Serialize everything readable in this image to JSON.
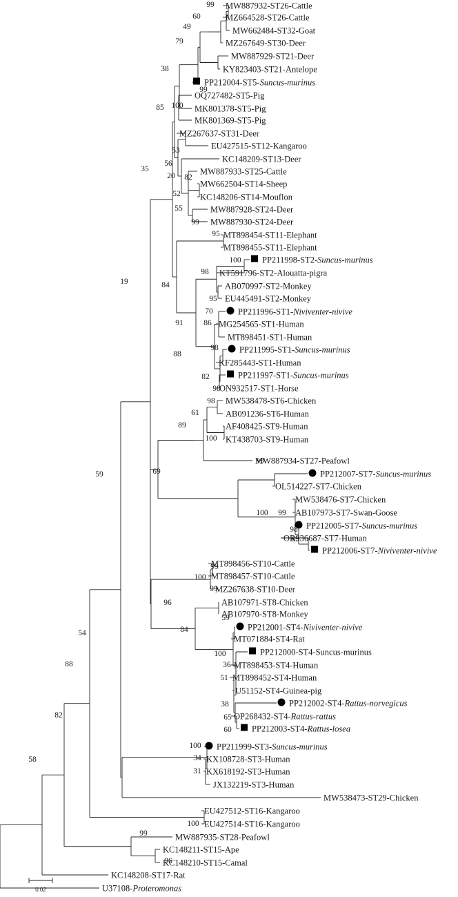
{
  "tree": {
    "scale_bar": "0.02",
    "leaves": [
      {
        "id": "L0",
        "accession": "MW887932",
        "name": "ST26-Cattle"
      },
      {
        "id": "L1",
        "accession": "MZ664528",
        "name": "ST26-Cattle"
      },
      {
        "id": "L2",
        "accession": "MW662484",
        "name": "ST32-Goat"
      },
      {
        "id": "L3",
        "accession": "MZ267649",
        "name": "ST30-Deer"
      },
      {
        "id": "L4",
        "accession": "MW887929",
        "name": "ST21-Deer"
      },
      {
        "id": "L5",
        "accession": "KY823403",
        "name": "ST21-Antelope"
      },
      {
        "id": "L6",
        "accession": "PP212004",
        "name": "ST5-",
        "italic": "Suncus-murinus",
        "marker": "square"
      },
      {
        "id": "L7",
        "accession": "OQ727482",
        "name": "ST5-Pig"
      },
      {
        "id": "L8",
        "accession": "MK801378",
        "name": "ST5-Pig"
      },
      {
        "id": "L9",
        "accession": "MK801369",
        "name": "ST5-Pig"
      },
      {
        "id": "L10",
        "accession": "MZ267637",
        "name": "ST31-Deer"
      },
      {
        "id": "L11",
        "accession": "EU427515",
        "name": "ST12-Kangaroo"
      },
      {
        "id": "L12",
        "accession": "KC148209",
        "name": "ST13-Deer"
      },
      {
        "id": "L13",
        "accession": "MW887933",
        "name": "ST25-Cattle"
      },
      {
        "id": "L14",
        "accession": "MW662504",
        "name": "ST14-Sheep"
      },
      {
        "id": "L15",
        "accession": "KC148206",
        "name": "ST14-Mouflon"
      },
      {
        "id": "L16",
        "accession": "MW887928",
        "name": "ST24-Deer"
      },
      {
        "id": "L17",
        "accession": "MW887930",
        "name": "ST24-Deer"
      },
      {
        "id": "L18",
        "accession": "MT898454",
        "name": "ST11-Elephant"
      },
      {
        "id": "L19",
        "accession": "MT898455",
        "name": "ST11-Elephant"
      },
      {
        "id": "L20",
        "accession": "PP211998",
        "name": "ST2-",
        "italic": "Suncus-murinus",
        "marker": "square"
      },
      {
        "id": "L21",
        "accession": "KT591796",
        "name": "ST2-Alouatta-pigra"
      },
      {
        "id": "L22",
        "accession": "AB070997",
        "name": "ST2-Monkey"
      },
      {
        "id": "L23",
        "accession": "EU445491",
        "name": "ST2-Monkey"
      },
      {
        "id": "L24",
        "accession": "PP211996",
        "name": "ST1-",
        "italic": "Niviventer-nivive",
        "marker": "circle"
      },
      {
        "id": "L25",
        "accession": "MG254565",
        "name": "ST1-Human"
      },
      {
        "id": "L26",
        "accession": "MT898451",
        "name": "ST1-Human"
      },
      {
        "id": "L27",
        "accession": "PP211995",
        "name": "ST1-",
        "italic": "Suncus-murinus",
        "marker": "circle"
      },
      {
        "id": "L28",
        "accession": "KF285443",
        "name": "ST1-Human"
      },
      {
        "id": "L29",
        "accession": "PP211997",
        "name": "ST1-",
        "italic": "Suncus-murinus",
        "marker": "square"
      },
      {
        "id": "L30",
        "accession": "ON932517",
        "name": "ST1-Horse"
      },
      {
        "id": "L31",
        "accession": "MW538478",
        "name": "ST6-Chicken"
      },
      {
        "id": "L32",
        "accession": "AB091236",
        "name": "ST6-Human"
      },
      {
        "id": "L33",
        "accession": "AF408425",
        "name": "ST9-Human"
      },
      {
        "id": "L34",
        "accession": "KT438703",
        "name": "ST9-Human"
      },
      {
        "id": "L35",
        "accession": "MW887934",
        "name": "ST27-Peafowl"
      },
      {
        "id": "L36",
        "accession": "PP212007",
        "name": "ST7-",
        "italic": "Suncus-murinus",
        "marker": "circle"
      },
      {
        "id": "L37",
        "accession": "OL514227",
        "name": "ST7-Chicken"
      },
      {
        "id": "L38",
        "accession": "MW538476",
        "name": "ST7-Chicken"
      },
      {
        "id": "L39",
        "accession": "AB107973",
        "name": "ST7-Swan-Goose"
      },
      {
        "id": "L40",
        "accession": "PP212005",
        "name": "ST7-",
        "italic": "Suncus-murinus",
        "marker": "circle"
      },
      {
        "id": "L41",
        "accession": "OR936687",
        "name": "ST7-Human"
      },
      {
        "id": "L42",
        "accession": "PP212006",
        "name": "ST7-",
        "italic": "Niviventer-nivive",
        "marker": "square"
      },
      {
        "id": "L43",
        "accession": "MT898456",
        "name": "ST10-Cattle"
      },
      {
        "id": "L44",
        "accession": "MT898457",
        "name": "ST10-Cattle"
      },
      {
        "id": "L45",
        "accession": "MZ267638",
        "name": "ST10-Deer"
      },
      {
        "id": "L46",
        "accession": "AB107971",
        "name": "ST8-Chicken"
      },
      {
        "id": "L47",
        "accession": "AB107970",
        "name": "ST8-Monkey"
      },
      {
        "id": "L48",
        "accession": "PP212001",
        "name": "ST4-",
        "italic": "Niviventer-nivive",
        "marker": "circle"
      },
      {
        "id": "L49",
        "accession": "MT071884",
        "name": "ST4-Rat"
      },
      {
        "id": "L50",
        "accession": "PP212000",
        "name": "ST4-Suncus-murinus",
        "marker": "square"
      },
      {
        "id": "L51",
        "accession": "MT898453",
        "name": "ST4-Human"
      },
      {
        "id": "L52",
        "accession": "MT898452",
        "name": "ST4-Human"
      },
      {
        "id": "L53",
        "accession": "U51152",
        "name": "ST4-Guinea-pig"
      },
      {
        "id": "L54",
        "accession": "PP212002",
        "name": "ST4-",
        "italic": "Rattus-norvegicus",
        "marker": "circle"
      },
      {
        "id": "L55",
        "accession": "OP268432",
        "name": "ST4-",
        "italic": "Rattus-rattus"
      },
      {
        "id": "L56",
        "accession": "PP212003",
        "name": "ST4-",
        "italic": "Rattus-losea",
        "marker": "square"
      },
      {
        "id": "L57",
        "accession": "PP211999",
        "name": "ST3-",
        "italic": "Suncus-murinus",
        "marker": "circle"
      },
      {
        "id": "L58",
        "accession": "KX108728",
        "name": "ST3-Human"
      },
      {
        "id": "L59",
        "accession": "KX618192",
        "name": "ST3-Human"
      },
      {
        "id": "L60",
        "accession": "JX132219",
        "name": "ST3-Human"
      },
      {
        "id": "L61",
        "accession": "MW538473",
        "name": "ST29-Chicken"
      },
      {
        "id": "L62",
        "accession": "EU427512",
        "name": "ST16-Kangaroo"
      },
      {
        "id": "L63",
        "accession": "EU427514",
        "name": "ST16-Kangaroo"
      },
      {
        "id": "L64",
        "accession": "MW887935",
        "name": "ST28-Peafowl"
      },
      {
        "id": "L65",
        "accession": "KC148211",
        "name": "ST15-Ape"
      },
      {
        "id": "L66",
        "accession": "KC148210",
        "name": "ST15-Camal"
      },
      {
        "id": "L67",
        "accession": "KC148208",
        "name": "ST17-Rat"
      },
      {
        "id": "L68",
        "accession": "U37108",
        "name": "",
        "italic": "Proteromonas"
      }
    ],
    "bootstrap": [
      {
        "id": "B0",
        "text": "99"
      },
      {
        "id": "B1",
        "text": "60"
      },
      {
        "id": "B2",
        "text": "49"
      },
      {
        "id": "B3",
        "text": "79"
      },
      {
        "id": "B4",
        "text": "38"
      },
      {
        "id": "B5",
        "text": "99"
      },
      {
        "id": "B6",
        "text": "85"
      },
      {
        "id": "B7",
        "text": "100"
      },
      {
        "id": "B8",
        "text": "53"
      },
      {
        "id": "B9",
        "text": "56"
      },
      {
        "id": "B10",
        "text": "82"
      },
      {
        "id": "B11",
        "text": "20"
      },
      {
        "id": "B12",
        "text": "52"
      },
      {
        "id": "B13",
        "text": "55"
      },
      {
        "id": "B14",
        "text": "99"
      },
      {
        "id": "B15",
        "text": "35"
      },
      {
        "id": "B16",
        "text": "95"
      },
      {
        "id": "B17",
        "text": "100"
      },
      {
        "id": "B18",
        "text": "98"
      },
      {
        "id": "B19",
        "text": "95"
      },
      {
        "id": "B20",
        "text": "84"
      },
      {
        "id": "B21",
        "text": "70"
      },
      {
        "id": "B22",
        "text": "86"
      },
      {
        "id": "B23",
        "text": "91"
      },
      {
        "id": "B24",
        "text": "98"
      },
      {
        "id": "B25",
        "text": "88"
      },
      {
        "id": "B26",
        "text": "82"
      },
      {
        "id": "B27",
        "text": "98"
      },
      {
        "id": "B28",
        "text": "19"
      },
      {
        "id": "B29",
        "text": "98"
      },
      {
        "id": "B30",
        "text": "61"
      },
      {
        "id": "B31",
        "text": "89"
      },
      {
        "id": "B32",
        "text": "100"
      },
      {
        "id": "B33",
        "text": "59"
      },
      {
        "id": "B34",
        "text": "69"
      },
      {
        "id": "B35",
        "text": "99"
      },
      {
        "id": "B36",
        "text": "100"
      },
      {
        "id": "B37",
        "text": "99"
      },
      {
        "id": "B38",
        "text": "98"
      },
      {
        "id": "B39",
        "text": "69"
      },
      {
        "id": "B40",
        "text": "99"
      },
      {
        "id": "B41",
        "text": "100"
      },
      {
        "id": "B42",
        "text": "99"
      },
      {
        "id": "B43",
        "text": "96"
      },
      {
        "id": "B44",
        "text": "59"
      },
      {
        "id": "B45",
        "text": "84"
      },
      {
        "id": "B46",
        "text": "100"
      },
      {
        "id": "B47",
        "text": "36"
      },
      {
        "id": "B48",
        "text": "51"
      },
      {
        "id": "B49",
        "text": "38"
      },
      {
        "id": "B50",
        "text": "65"
      },
      {
        "id": "B51",
        "text": "60"
      },
      {
        "id": "B52",
        "text": "54"
      },
      {
        "id": "B53",
        "text": "88"
      },
      {
        "id": "B54",
        "text": "100"
      },
      {
        "id": "B55",
        "text": "34"
      },
      {
        "id": "B56",
        "text": "31"
      },
      {
        "id": "B57",
        "text": "82"
      },
      {
        "id": "B58",
        "text": "100"
      },
      {
        "id": "B59",
        "text": "58"
      },
      {
        "id": "B60",
        "text": "99"
      },
      {
        "id": "B61",
        "text": "96"
      }
    ]
  }
}
